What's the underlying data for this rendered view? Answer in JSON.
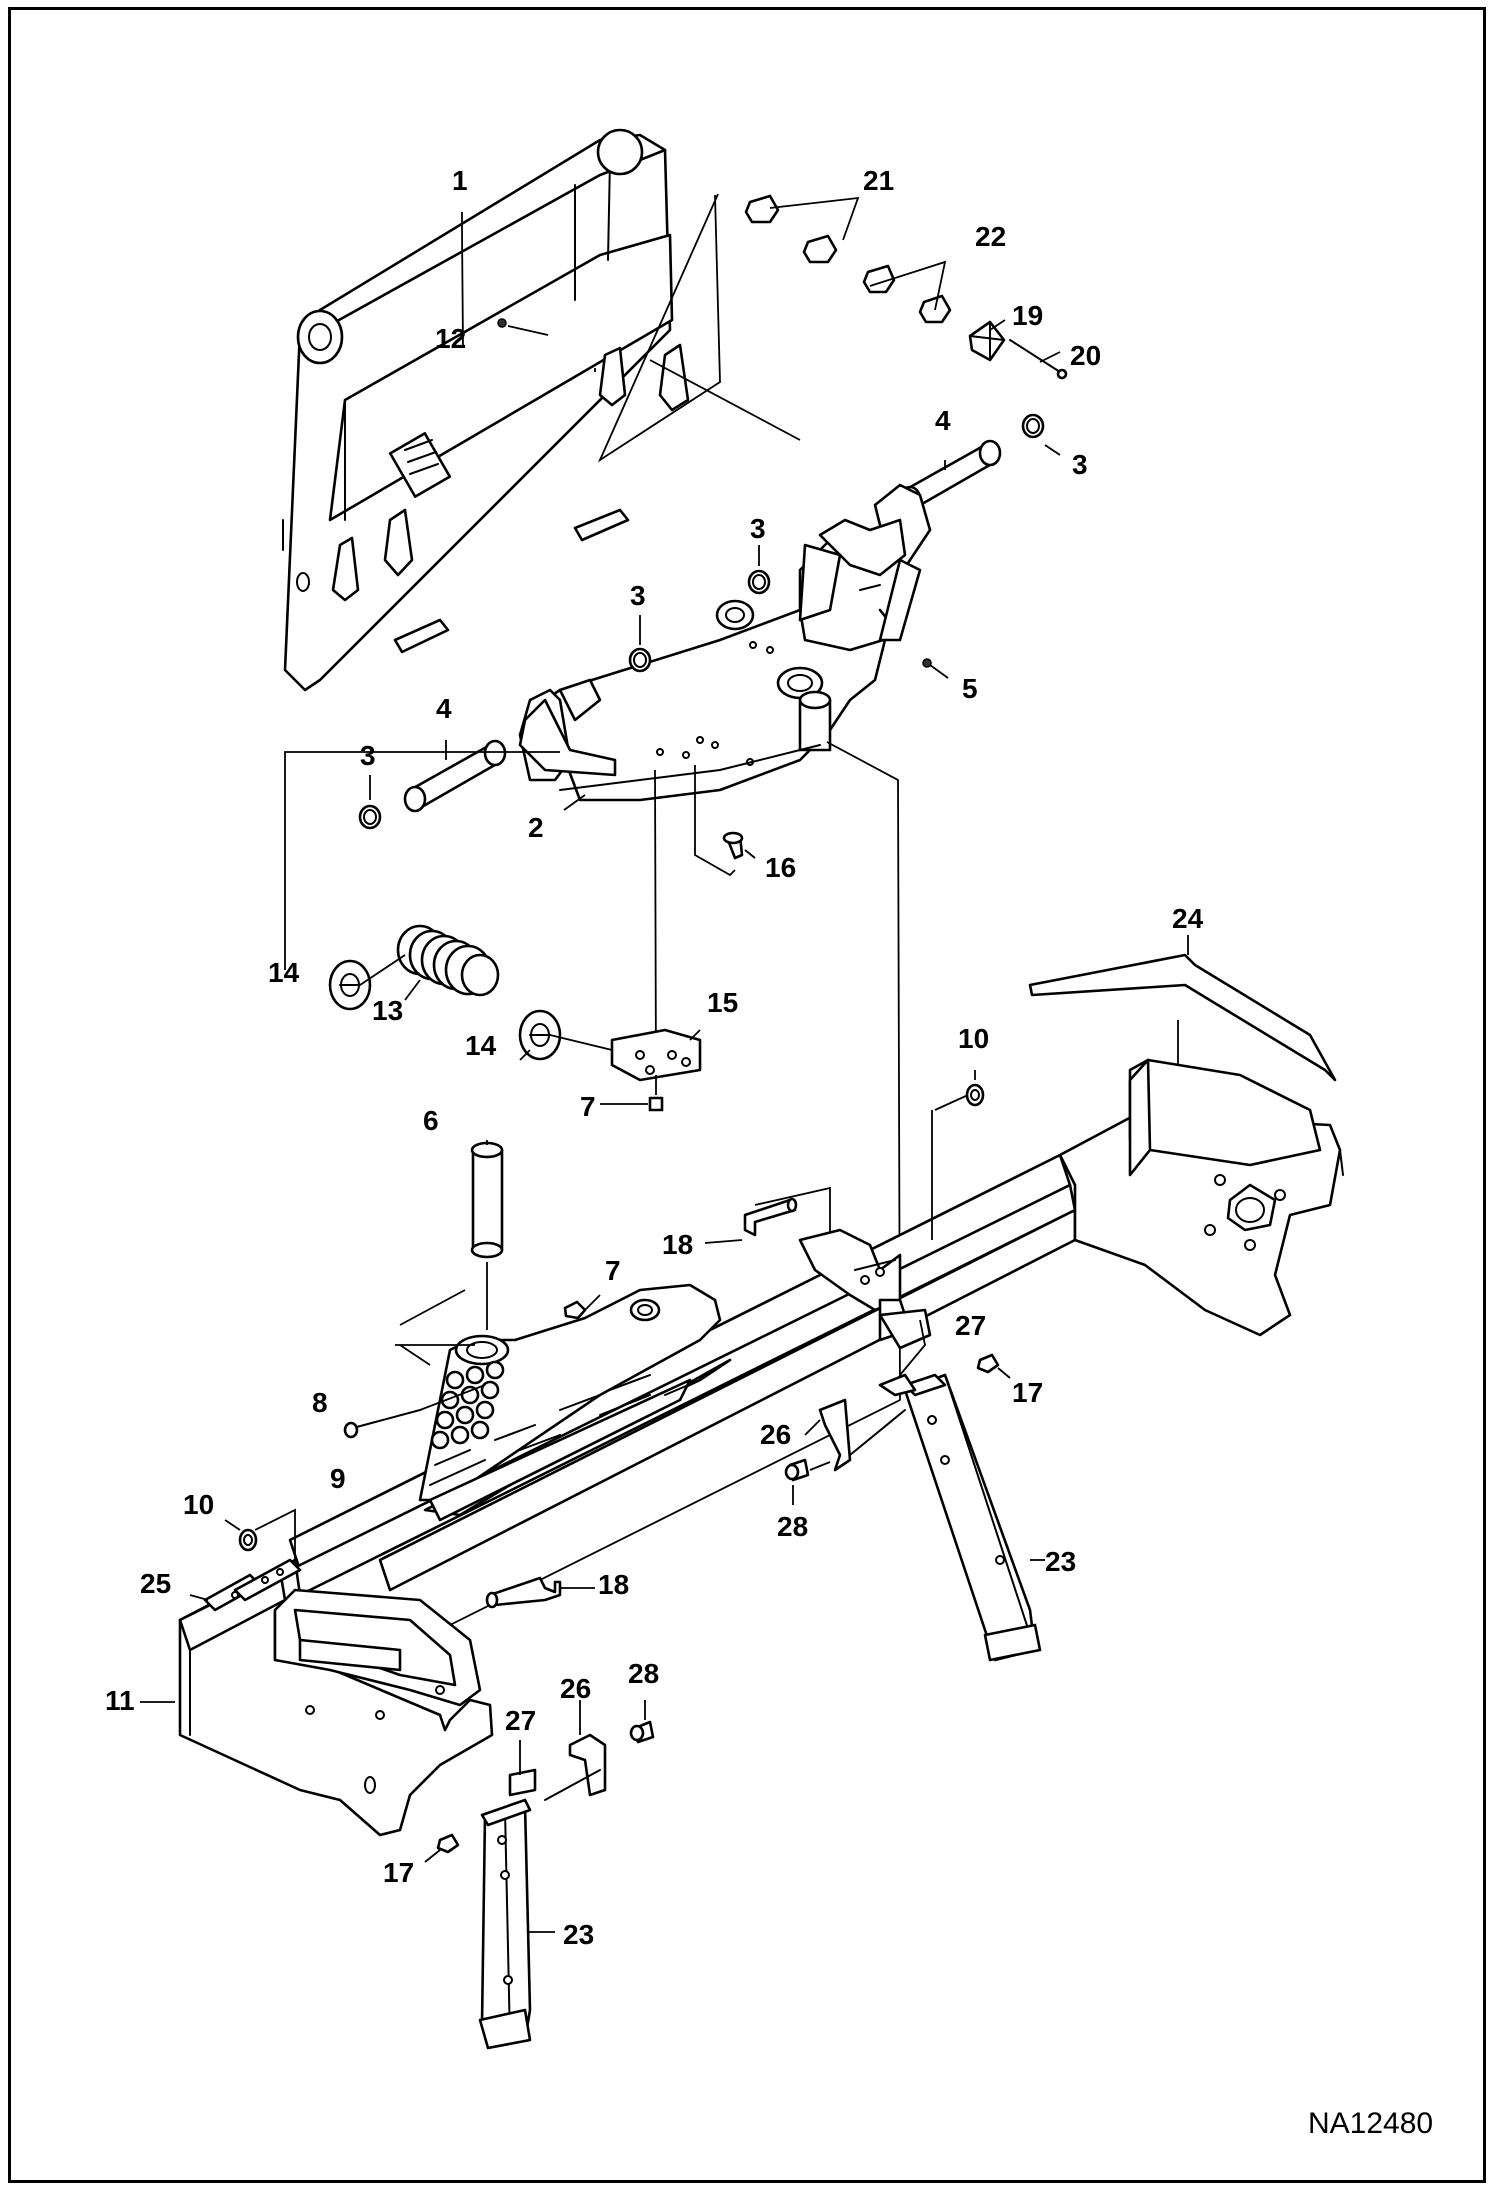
{
  "drawing_id": "NA12480",
  "callouts": [
    {
      "id": "c1",
      "text": "1"
    },
    {
      "id": "c21",
      "text": "21"
    },
    {
      "id": "c22",
      "text": "22"
    },
    {
      "id": "c19",
      "text": "19"
    },
    {
      "id": "c20",
      "text": "20"
    },
    {
      "id": "c12",
      "text": "12"
    },
    {
      "id": "c4a",
      "text": "4"
    },
    {
      "id": "c3a",
      "text": "3"
    },
    {
      "id": "c3b",
      "text": "3"
    },
    {
      "id": "c3c",
      "text": "3"
    },
    {
      "id": "c5",
      "text": "5"
    },
    {
      "id": "c4b",
      "text": "4"
    },
    {
      "id": "c3d",
      "text": "3"
    },
    {
      "id": "c2",
      "text": "2"
    },
    {
      "id": "c16",
      "text": "16"
    },
    {
      "id": "c24",
      "text": "24"
    },
    {
      "id": "c14a",
      "text": "14"
    },
    {
      "id": "c13",
      "text": "13"
    },
    {
      "id": "c15",
      "text": "15"
    },
    {
      "id": "c14b",
      "text": "14"
    },
    {
      "id": "c10a",
      "text": "10"
    },
    {
      "id": "c7a",
      "text": "7"
    },
    {
      "id": "c6",
      "text": "6"
    },
    {
      "id": "c18a",
      "text": "18"
    },
    {
      "id": "c7b",
      "text": "7"
    },
    {
      "id": "c27a",
      "text": "27"
    },
    {
      "id": "c17a",
      "text": "17"
    },
    {
      "id": "c8",
      "text": "8"
    },
    {
      "id": "c26a",
      "text": "26"
    },
    {
      "id": "c9",
      "text": "9"
    },
    {
      "id": "c28a",
      "text": "28"
    },
    {
      "id": "c10b",
      "text": "10"
    },
    {
      "id": "c23a",
      "text": "23"
    },
    {
      "id": "c25",
      "text": "25"
    },
    {
      "id": "c18b",
      "text": "18"
    },
    {
      "id": "c11",
      "text": "11"
    },
    {
      "id": "c28b",
      "text": "28"
    },
    {
      "id": "c26b",
      "text": "26"
    },
    {
      "id": "c27b",
      "text": "27"
    },
    {
      "id": "c17b",
      "text": "17"
    },
    {
      "id": "c23b",
      "text": "23"
    }
  ]
}
